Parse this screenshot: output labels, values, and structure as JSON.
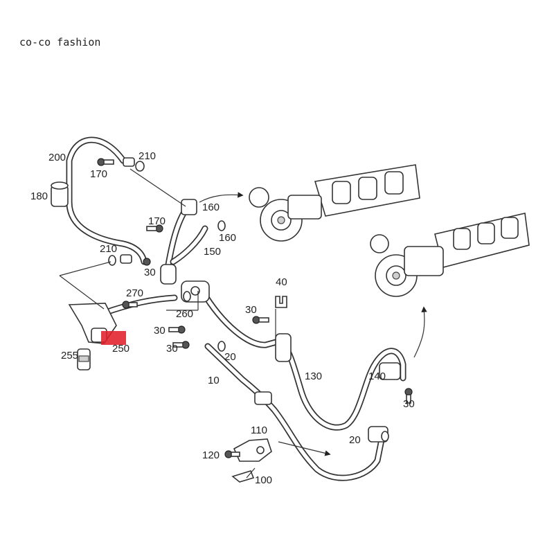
{
  "watermark": "co-co fashion",
  "highlight_color": "#e0202a",
  "labels": {
    "l200": "200",
    "l210a": "210",
    "l170a": "170",
    "l180": "180",
    "l160a": "160",
    "l170b": "170",
    "l160b": "160",
    "l150": "150",
    "l210b": "210",
    "l30a": "30",
    "l270": "270",
    "l260": "260",
    "l30b": "30",
    "l250": "250",
    "l30c": "30",
    "l255": "255",
    "l20a": "20",
    "l10": "10",
    "l40": "40",
    "l30d": "30",
    "l130": "130",
    "l140": "140",
    "l30e": "30",
    "l110": "110",
    "l20b": "20",
    "l120": "120",
    "l100": "100"
  }
}
